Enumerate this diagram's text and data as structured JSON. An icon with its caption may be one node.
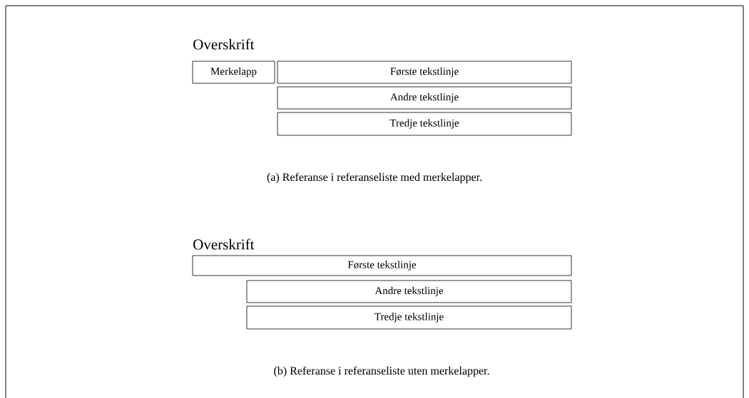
{
  "diagram": {
    "nodes": [
      {
        "text": [
          "Merkelapp"
        ]
      },
      {
        "text": [
          "Første tekstlinje"
        ]
      },
      {
        "text": [
          "Andre tekstlinje"
        ]
      },
      {
        "text": [
          "Tredje tekstlinje"
        ]
      },
      {
        "text": [
          "Første tekstlinje"
        ]
      },
      {
        "text": [
          "Andre tekstlinje"
        ]
      },
      {
        "text": [
          "Tredje tekstlinje"
        ]
      }
    ],
    "labels": [
      "Overskrift",
      "(a) Referanse i referanseliste med merkelapper.",
      "Overskrift",
      "(b) Referanse i referanseliste uten merkelapper."
    ]
  }
}
